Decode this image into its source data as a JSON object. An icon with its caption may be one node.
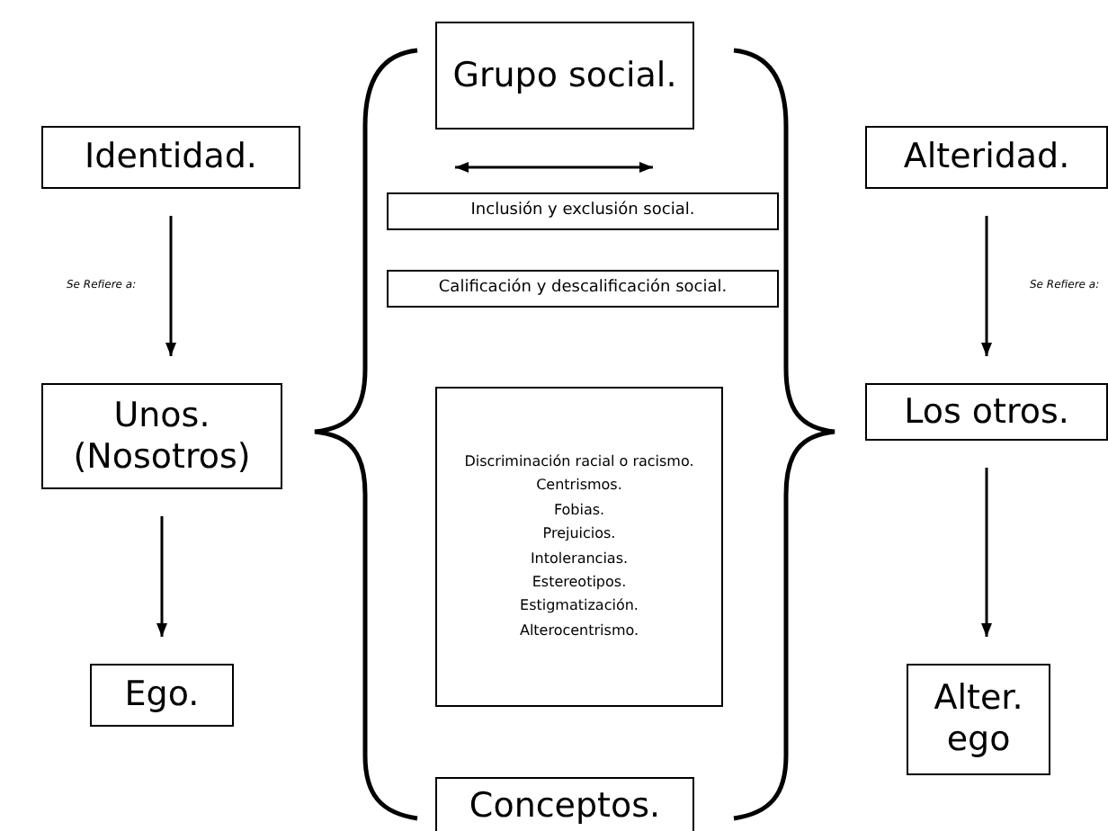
{
  "diagram": {
    "nodes": [
      {
        "text": [
          "Identidad."
        ]
      },
      {
        "text": [
          "Unos. (Nosotros)"
        ]
      },
      {
        "text": [
          "Ego."
        ]
      },
      {
        "text": [
          "Grupo social."
        ]
      },
      {
        "text": [
          "Inclusión y exclusión social."
        ]
      },
      {
        "text": [
          "Calificación y descalificación social."
        ]
      },
      {
        "text": [
          "Discriminación racial o racismo.",
          "Centrismos.",
          "Fobias.",
          "Prejuicios.",
          "Intolerancias.",
          "Estereotipos.",
          "Estigmatización.",
          "Alterocentrismo."
        ]
      },
      {
        "text": [
          "Conceptos."
        ]
      },
      {
        "text": [
          "Alteridad."
        ]
      },
      {
        "text": [
          "Los otros."
        ]
      },
      {
        "text": [
          "Alter. ego"
        ]
      }
    ],
    "edges": [
      {
        "from": 0,
        "to": 1,
        "arrow": "to",
        "label": "Se Refiere a:"
      },
      {
        "from": 1,
        "to": 2,
        "arrow": "to"
      },
      {
        "from": 8,
        "to": 9,
        "arrow": "to",
        "label": "Se Refiere a:"
      },
      {
        "from": 9,
        "to": 10,
        "arrow": "to"
      }
    ]
  }
}
